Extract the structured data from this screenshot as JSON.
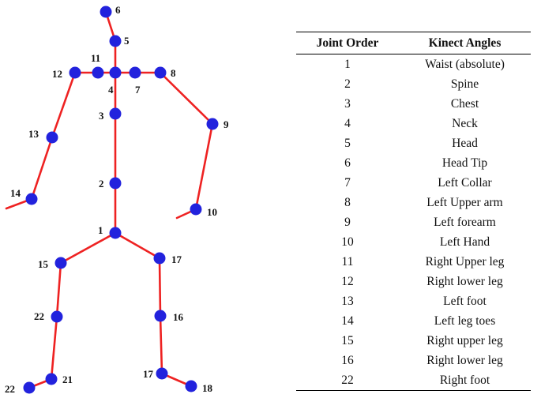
{
  "colors": {
    "bone": "#ee2222",
    "joint": "#2222dd",
    "text": "#111111"
  },
  "skeleton_labels": [
    "6",
    "5",
    "11",
    "12",
    "4",
    "7",
    "8",
    "3",
    "9",
    "13",
    "2",
    "14",
    "10",
    "1",
    "15",
    "17",
    "22",
    "16",
    "21",
    "17",
    "22",
    "18"
  ],
  "table": {
    "headers": [
      "Joint Order",
      "Kinect Angles"
    ],
    "rows": [
      [
        "1",
        "Waist (absolute)"
      ],
      [
        "2",
        "Spine"
      ],
      [
        "3",
        "Chest"
      ],
      [
        "4",
        "Neck"
      ],
      [
        "5",
        "Head"
      ],
      [
        "6",
        "Head Tip"
      ],
      [
        "7",
        "Left Collar"
      ],
      [
        "8",
        "Left Upper arm"
      ],
      [
        "9",
        "Left forearm"
      ],
      [
        "10",
        "Left Hand"
      ],
      [
        "11",
        "Right Upper leg"
      ],
      [
        "12",
        "Right lower leg"
      ],
      [
        "13",
        "Left foot"
      ],
      [
        "14",
        "Left leg toes"
      ],
      [
        "15",
        "Right upper leg"
      ],
      [
        "16",
        "Right lower leg"
      ],
      [
        "22",
        "Right foot"
      ]
    ]
  }
}
